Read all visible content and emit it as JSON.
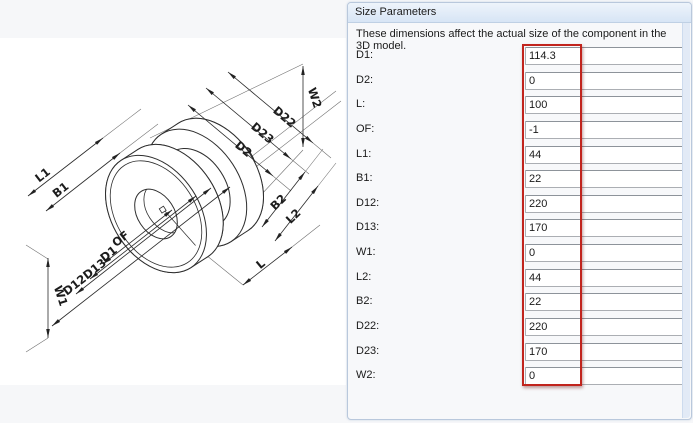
{
  "panel": {
    "title": "Size Parameters",
    "description": "These dimensions affect the actual size of the component in the 3D model.",
    "fields": [
      {
        "label": "D1:",
        "value": "114.3"
      },
      {
        "label": "D2:",
        "value": "0"
      },
      {
        "label": "L:",
        "value": "100"
      },
      {
        "label": "OF:",
        "value": "-1"
      },
      {
        "label": "L1:",
        "value": "44"
      },
      {
        "label": "B1:",
        "value": "22"
      },
      {
        "label": "D12:",
        "value": "220"
      },
      {
        "label": "D13:",
        "value": "170"
      },
      {
        "label": "W1:",
        "value": "0"
      },
      {
        "label": "L2:",
        "value": "44"
      },
      {
        "label": "B2:",
        "value": "22"
      },
      {
        "label": "D22:",
        "value": "220"
      },
      {
        "label": "D23:",
        "value": "170"
      },
      {
        "label": "W2:",
        "value": "0"
      }
    ],
    "highlight_color": "#c1241d"
  },
  "drawing": {
    "labels": {
      "l1": "L1",
      "b1": "B1",
      "of": "OF",
      "d1": "D1",
      "d13": "D13",
      "d12": "D12",
      "w1": "W1",
      "l": "L",
      "b2": "B2",
      "l2": "L2",
      "d22": "D22",
      "d23": "D23",
      "d2": "D2",
      "w2": "W2"
    }
  }
}
